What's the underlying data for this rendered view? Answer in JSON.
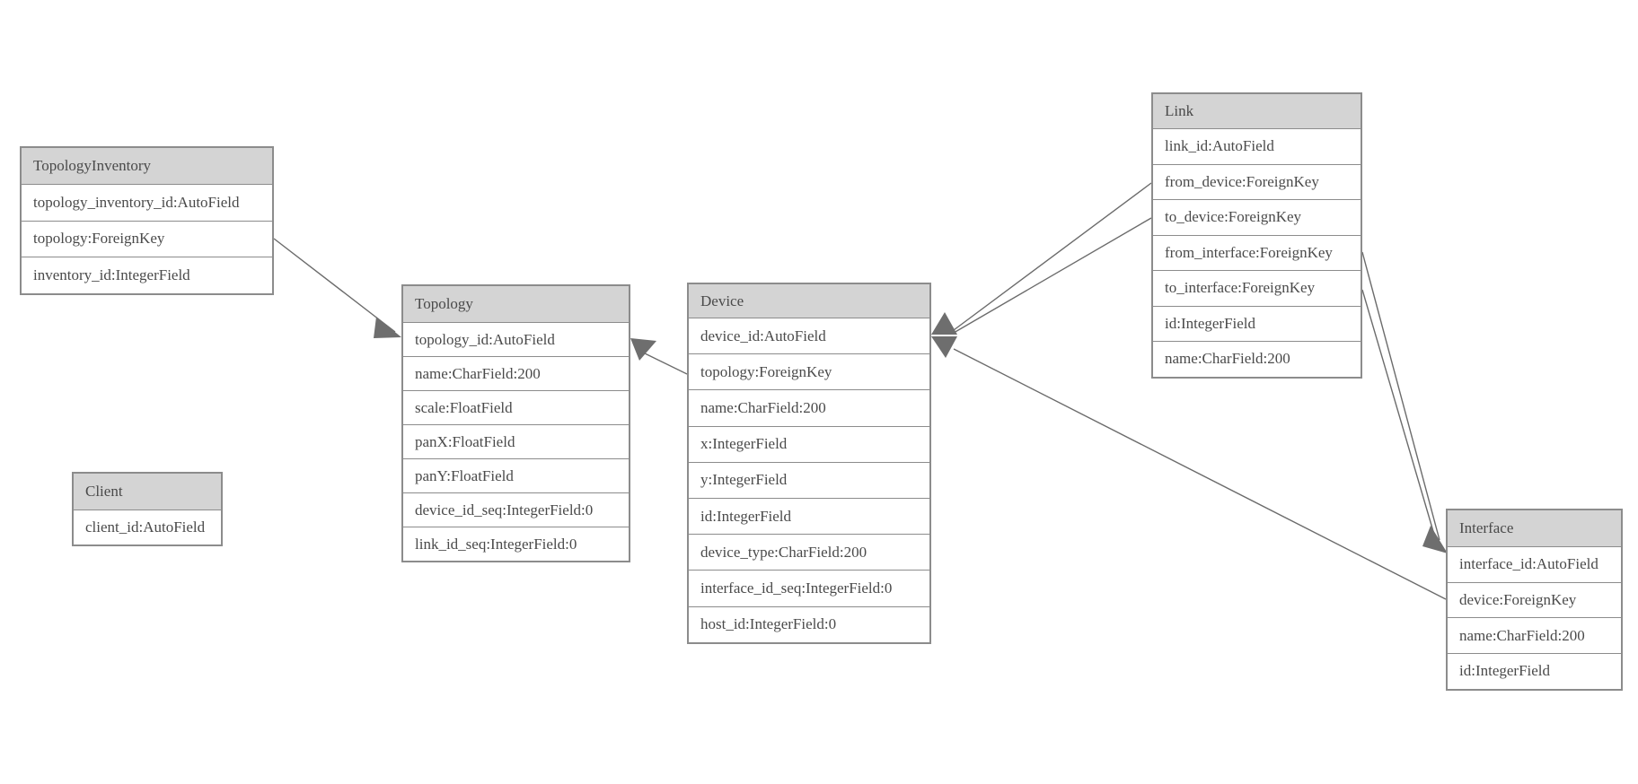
{
  "colors": {
    "background": "#ffffff",
    "header_fill": "#d4d4d4",
    "table_border": "#8c8c8c",
    "text": "#4a4a4a",
    "line": "#6b6b6b",
    "arrow": "#6e6e6e"
  },
  "tables": [
    {
      "name": "TopologyInventory",
      "fields": [
        "topology_inventory_id:AutoField",
        "topology:ForeignKey",
        "inventory_id:IntegerField"
      ]
    },
    {
      "name": "Topology",
      "fields": [
        "topology_id:AutoField",
        "name:CharField:200",
        "scale:FloatField",
        "panX:FloatField",
        "panY:FloatField",
        "device_id_seq:IntegerField:0",
        "link_id_seq:IntegerField:0"
      ]
    },
    {
      "name": "Client",
      "fields": [
        "client_id:AutoField"
      ]
    },
    {
      "name": "Device",
      "fields": [
        "device_id:AutoField",
        "topology:ForeignKey",
        "name:CharField:200",
        "x:IntegerField",
        "y:IntegerField",
        "id:IntegerField",
        "device_type:CharField:200",
        "interface_id_seq:IntegerField:0",
        "host_id:IntegerField:0"
      ]
    },
    {
      "name": "Link",
      "fields": [
        "link_id:AutoField",
        "from_device:ForeignKey",
        "to_device:ForeignKey",
        "from_interface:ForeignKey",
        "to_interface:ForeignKey",
        "id:IntegerField",
        "name:CharField:200"
      ]
    },
    {
      "name": "Interface",
      "fields": [
        "interface_id:AutoField",
        "device:ForeignKey",
        "name:CharField:200",
        "id:IntegerField"
      ]
    }
  ],
  "relationships": [
    {
      "from_table": "TopologyInventory",
      "from_field": "topology",
      "to_table": "Topology"
    },
    {
      "from_table": "Device",
      "from_field": "topology",
      "to_table": "Topology"
    },
    {
      "from_table": "Link",
      "from_field": "from_device",
      "to_table": "Device"
    },
    {
      "from_table": "Link",
      "from_field": "to_device",
      "to_table": "Device"
    },
    {
      "from_table": "Interface",
      "from_field": "device",
      "to_table": "Device"
    },
    {
      "from_table": "Link",
      "from_field": "from_interface",
      "to_table": "Interface"
    },
    {
      "from_table": "Link",
      "from_field": "to_interface",
      "to_table": "Interface"
    }
  ]
}
